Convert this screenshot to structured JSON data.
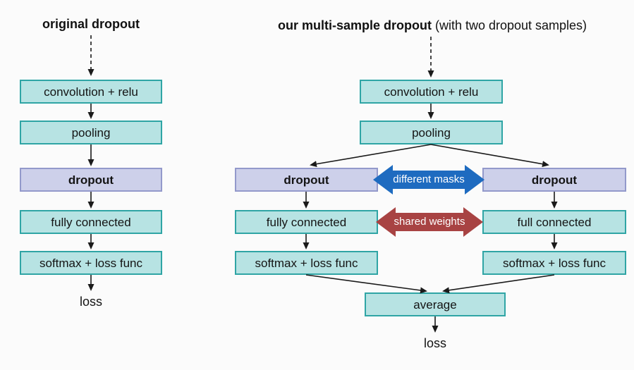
{
  "diagram_title": "multi-sample dropout architecture comparison",
  "colors": {
    "background": "#fbfbfb",
    "teal_fill": "#b7e3e3",
    "teal_border": "#2fa5a5",
    "purple_fill": "#cdd0ea",
    "purple_border": "#9399cb",
    "blue_arrow": "#1e6bc0",
    "red_arrow": "#a84343",
    "line": "#1a1a1a"
  },
  "left_panel": {
    "title": "original dropout",
    "boxes": [
      {
        "label": "convolution + relu",
        "type": "teal"
      },
      {
        "label": "pooling",
        "type": "teal"
      },
      {
        "label": "dropout",
        "type": "purple"
      },
      {
        "label": "fully connected",
        "type": "teal"
      },
      {
        "label": "softmax + loss func",
        "type": "teal"
      }
    ],
    "loss_label": "loss"
  },
  "right_panel": {
    "title_bold": "our multi-sample dropout",
    "title_rest": " (with two dropout samples)",
    "shared_boxes": [
      {
        "label": "convolution + relu",
        "type": "teal"
      },
      {
        "label": "pooling",
        "type": "teal"
      }
    ],
    "left_branch": [
      {
        "label": "dropout",
        "type": "purple"
      },
      {
        "label": "fully connected",
        "type": "teal"
      },
      {
        "label": "softmax + loss func",
        "type": "teal"
      }
    ],
    "right_branch": [
      {
        "label": "dropout",
        "type": "purple"
      },
      {
        "label": "full connected",
        "type": "teal"
      },
      {
        "label": "softmax + loss func",
        "type": "teal"
      }
    ],
    "average_label": "average",
    "loss_label": "loss",
    "different_masks_label": "different masks",
    "shared_weights_label": "shared weights"
  }
}
